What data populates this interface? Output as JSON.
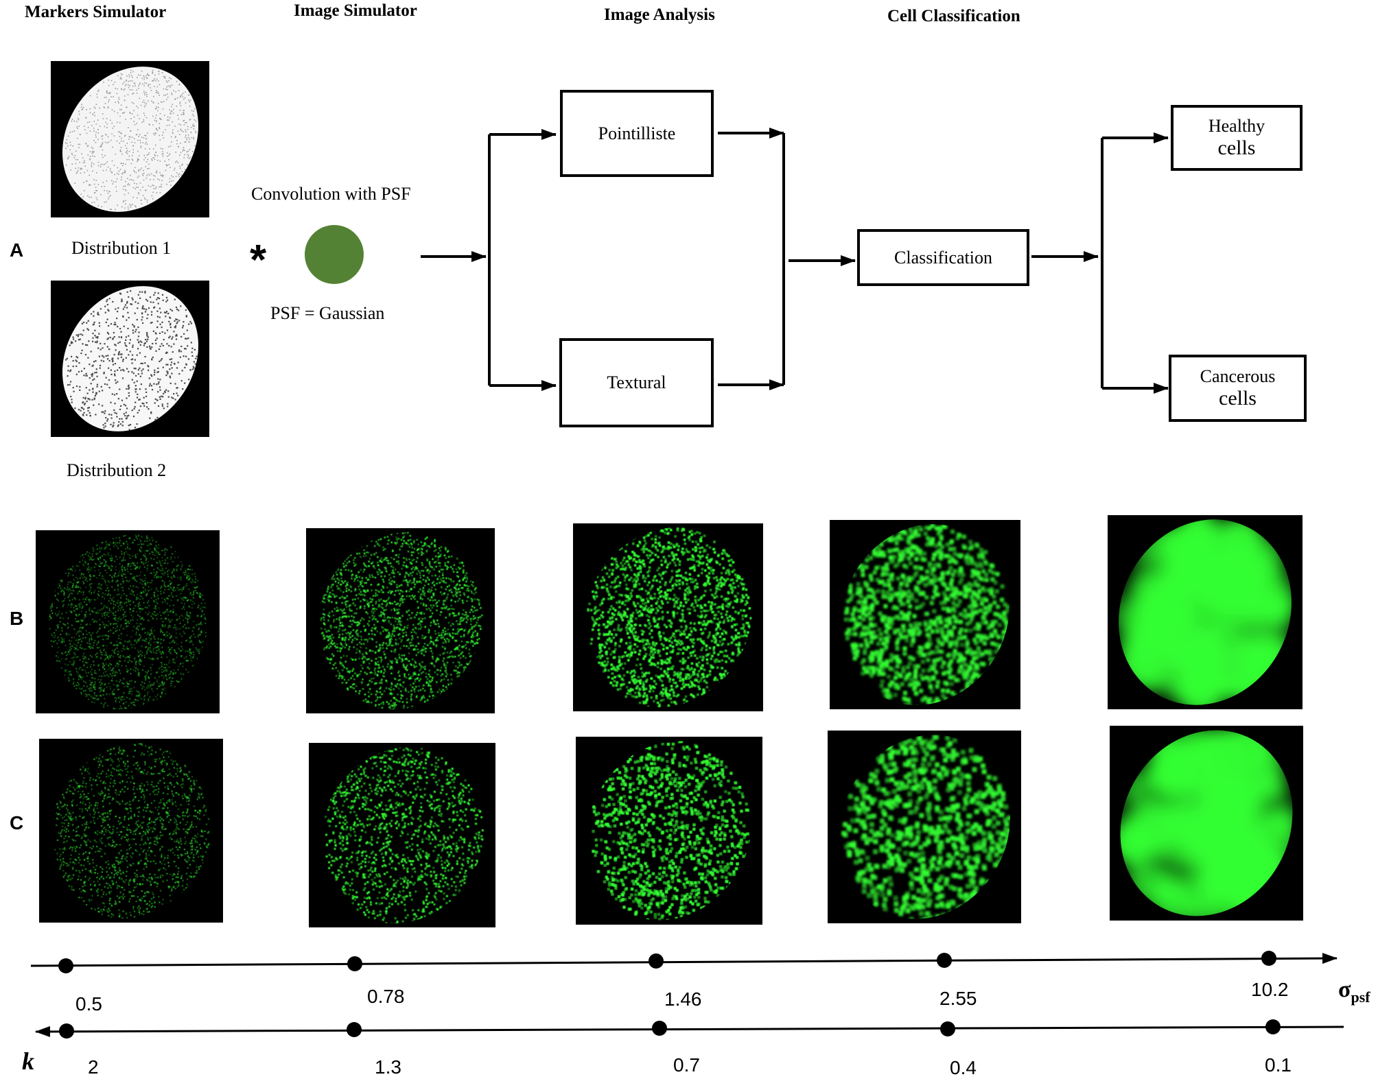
{
  "headers": {
    "markers_simulator": "Markers Simulator",
    "image_simulator": "Image  Simulator",
    "image_analysis": "Image Analysis",
    "cell_classification": "Cell Classification"
  },
  "panel_a": {
    "letter": "A",
    "distribution_1": "Distribution 1",
    "distribution_2": "Distribution 2",
    "convolution": "Convolution with PSF",
    "operator": "*",
    "psf": "PSF =  Gaussian",
    "pointilliste": "Pointilliste",
    "textural": "Textural",
    "classification": "Classification",
    "healthy_line1": "Healthy",
    "healthy_line2": "cells",
    "cancerous_line1": "Cancerous",
    "cancerous_line2": "cells",
    "colors": {
      "psf_disc": "#548235",
      "arrow": "#000000"
    }
  },
  "panel_b": {
    "letter": "B"
  },
  "panel_c": {
    "letter": "C"
  },
  "axes": {
    "sigma_label": "σ",
    "sigma_subscript": "psf",
    "sigma_values": [
      "0.5",
      "0.78",
      "1.46",
      "2.55",
      "10.2"
    ],
    "k_label": "k",
    "k_values": [
      "2",
      "1.3",
      "0.7",
      "0.4",
      "0.1"
    ]
  },
  "colors": {
    "cell_green": "#33ff33",
    "background_black": "#000000"
  }
}
